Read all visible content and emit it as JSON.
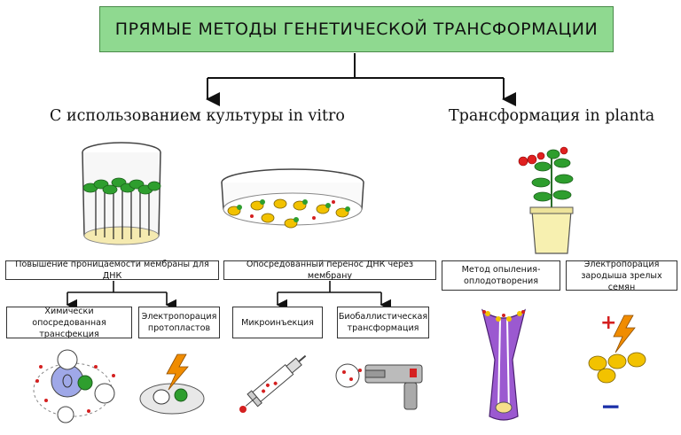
{
  "title": "ПРЯМЫЕ МЕТОДЫ ГЕНЕТИЧЕСКОЙ ТРАНСФОРМАЦИИ",
  "branches": {
    "in_vitro": "С использованием культуры in vitro",
    "in_planta": "Трансформация in planta"
  },
  "categories": {
    "membrane_permeability": "Повышение проницаемости мембраны для ДНК",
    "mediated_transfer": "Опосредованный перенос ДНК через мембрану",
    "pollination": "Метод опыления-оплодотворения",
    "embryo_electroporation": "Электропорация зародыша зрелых семян"
  },
  "methods": {
    "chemical": "Химически опосредованная трансфекция",
    "protoplast": "Электропорация протопластов",
    "microinjection": "Микроинъекция",
    "biolistic": "Биобаллистическая трансформация"
  },
  "signs": {
    "plus": "+",
    "minus": "−"
  },
  "colors": {
    "title_bg": "#8fd990",
    "leaf": "#2e9e2e",
    "flower": "#9b59d0",
    "seed": "#f2c200",
    "bolt": "#f08c00",
    "sign_plus": "#d42020",
    "sign_minus": "#1a2fa8"
  }
}
